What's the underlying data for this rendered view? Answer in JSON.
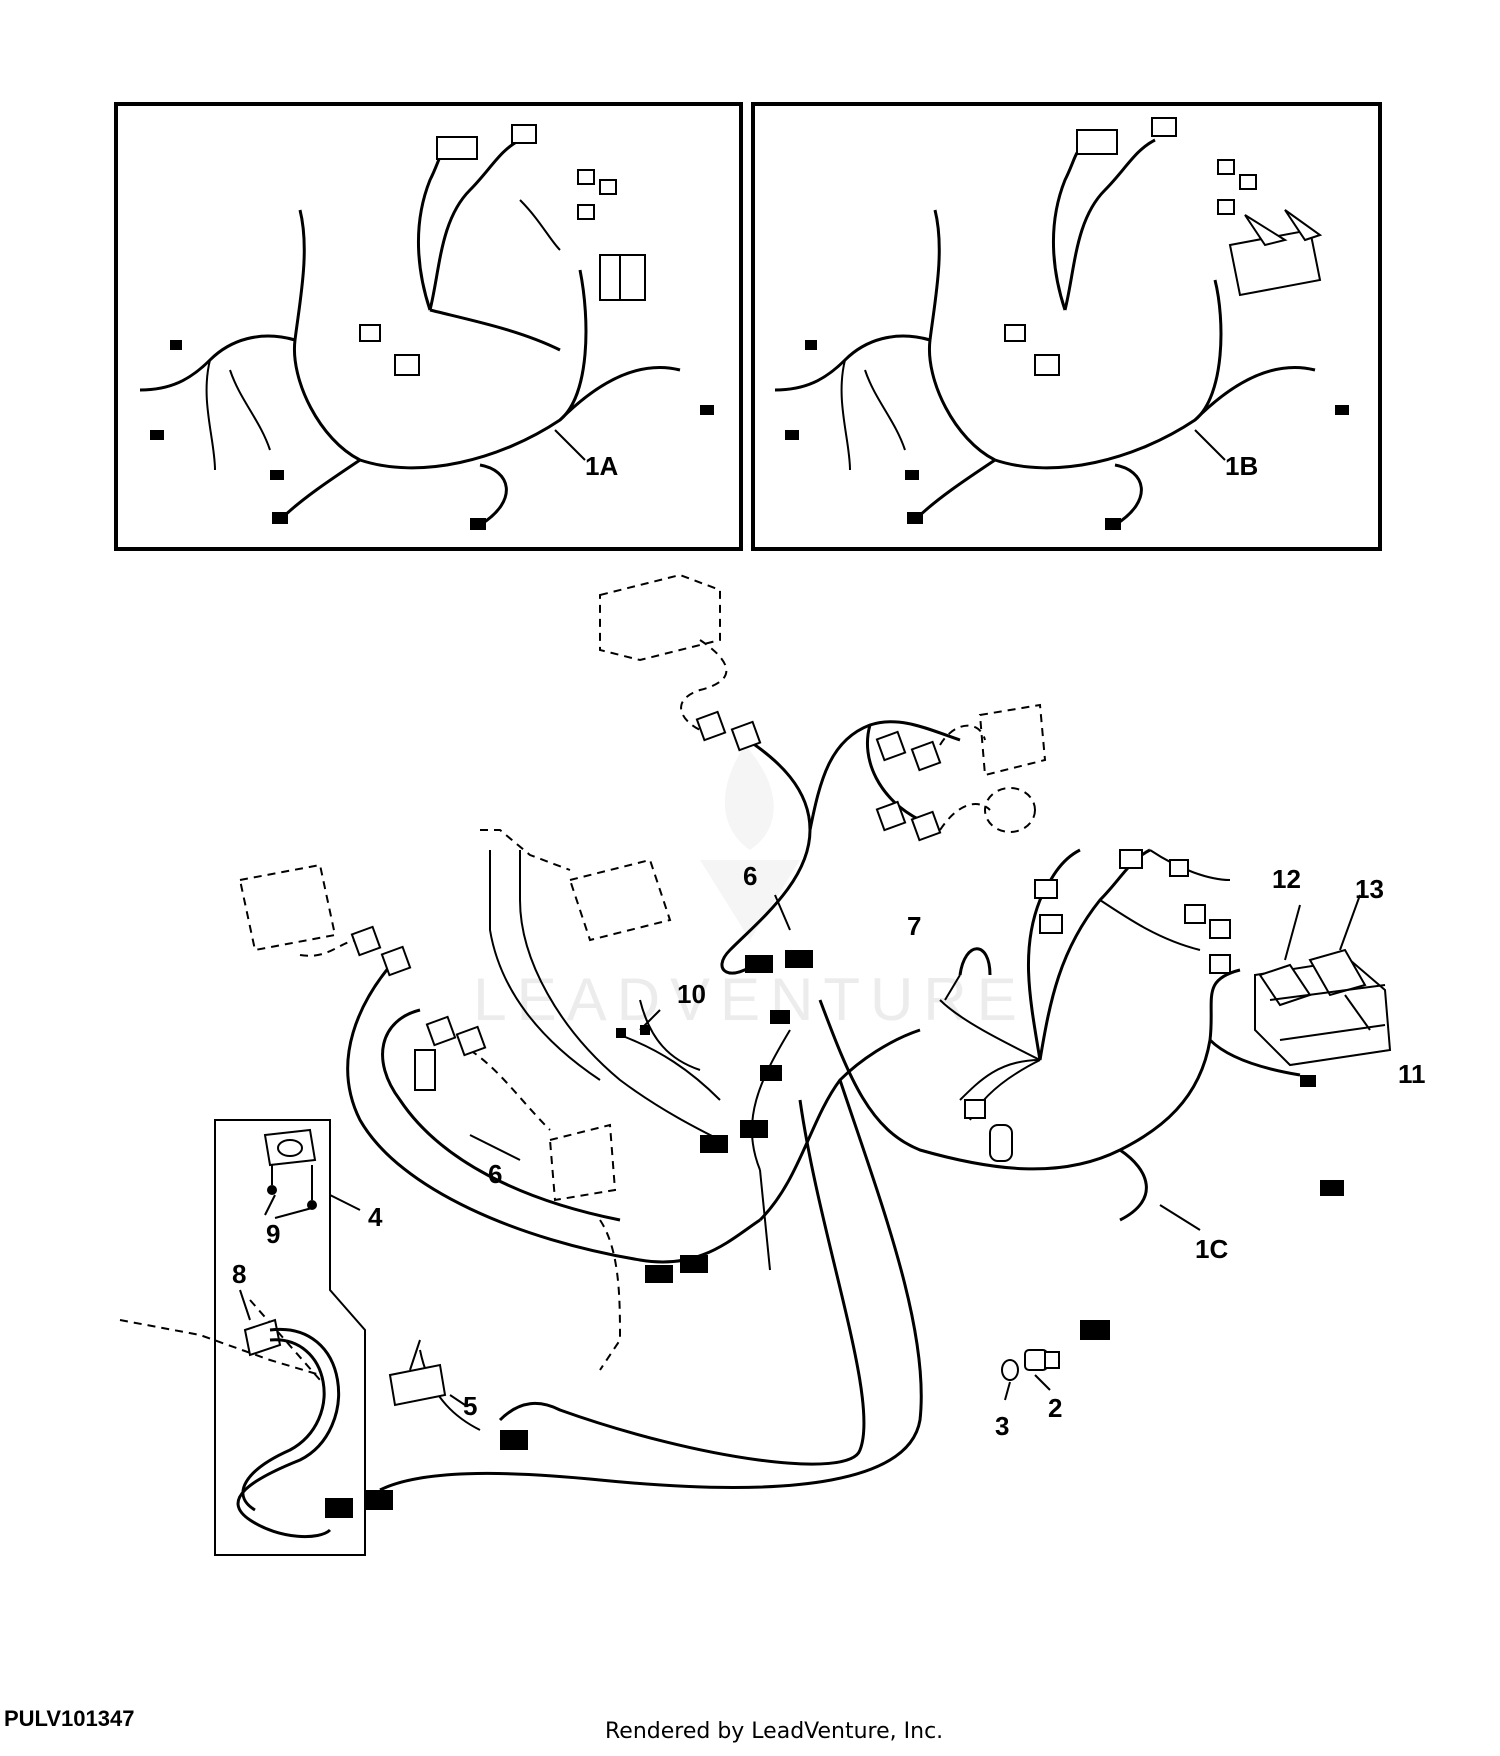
{
  "callouts": {
    "c1A": "1A",
    "c1B": "1B",
    "c1C": "1C",
    "c2": "2",
    "c3": "3",
    "c4": "4",
    "c5": "5",
    "c6a": "6",
    "c6b": "6",
    "c7": "7",
    "c8": "8",
    "c9": "9",
    "c10": "10",
    "c11": "11",
    "c12": "12",
    "c13": "13"
  },
  "footer": {
    "figure_code": "PULV101347",
    "credit": "Rendered by LeadVenture, Inc."
  },
  "watermark": {
    "text": "LEADVENTURE",
    "color": "#ececec"
  },
  "colors": {
    "line": "#000000",
    "background": "#ffffff"
  }
}
